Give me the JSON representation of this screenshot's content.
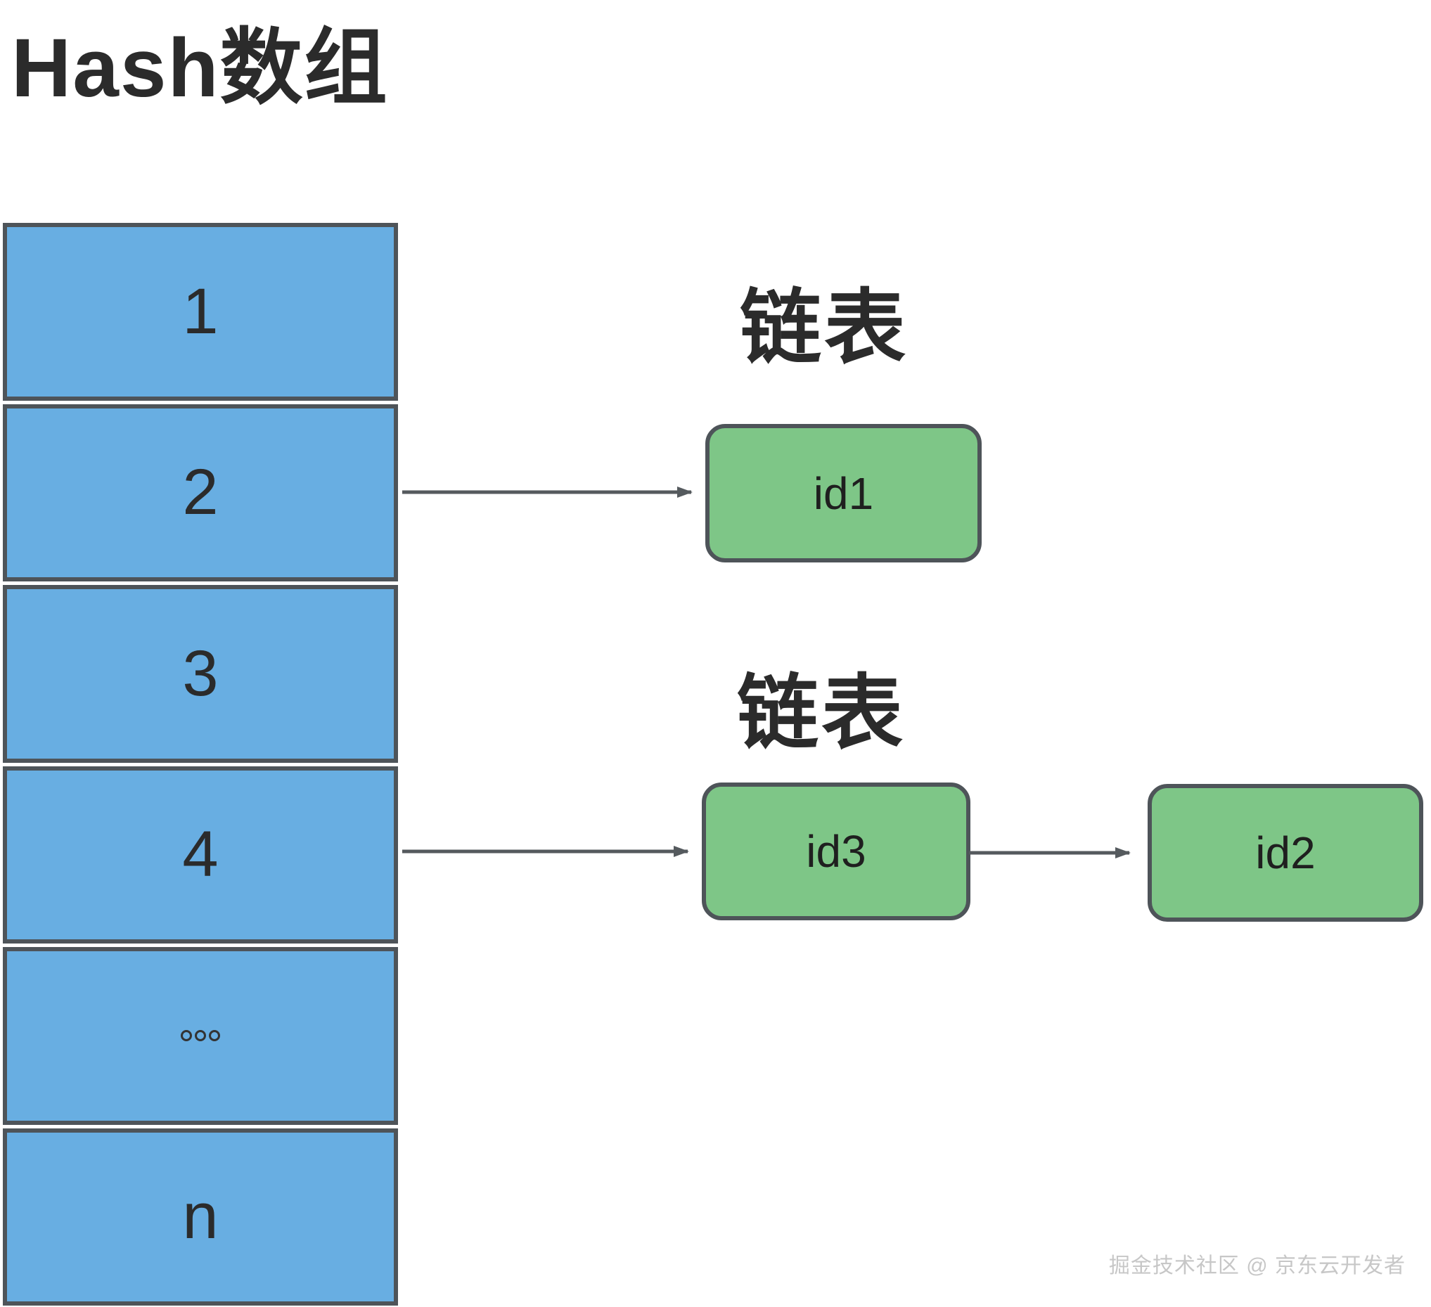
{
  "title": "Hash数组",
  "hash_array": {
    "cells": [
      "1",
      "2",
      "3",
      "4",
      "...",
      "n"
    ]
  },
  "linked_lists": [
    {
      "heading": "链表",
      "nodes": [
        "id1"
      ]
    },
    {
      "heading": "链表",
      "nodes": [
        "id3",
        "id2"
      ]
    }
  ],
  "watermark": "掘金技术社区 @ 京东云开发者",
  "colors": {
    "cell_fill": "#68aee2",
    "node_fill": "#7ec687",
    "outline": "#4e5459",
    "arrow": "#555a5e",
    "text": "#2b2b2b",
    "watermark": "#c7c7c7"
  }
}
